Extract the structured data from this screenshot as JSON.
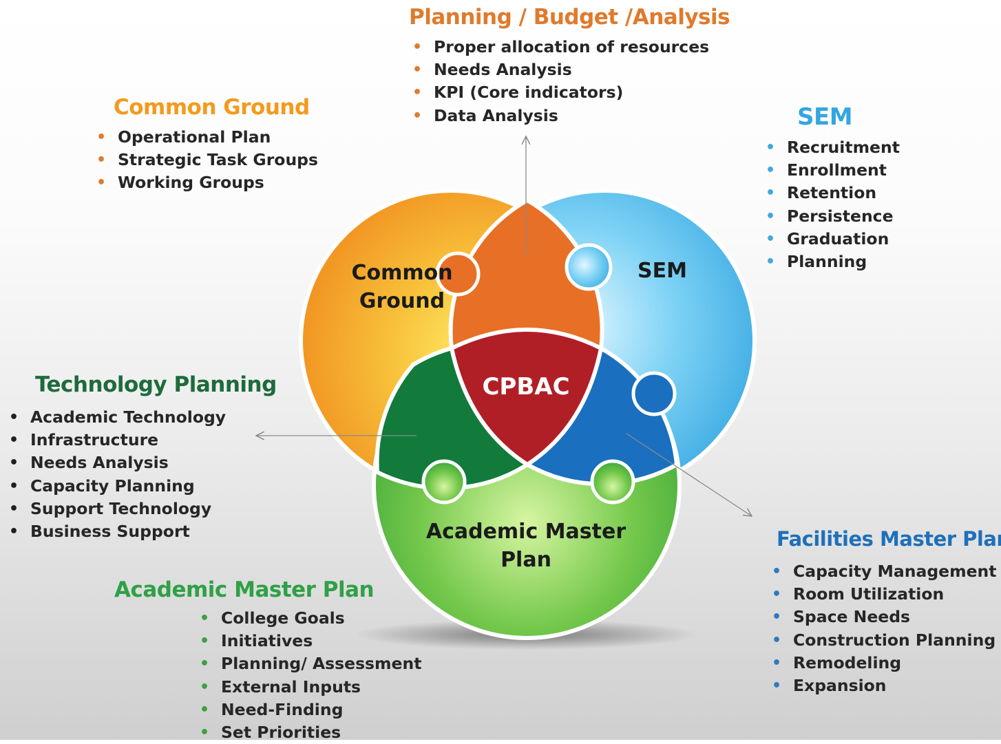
{
  "colors": {
    "orange_heading": "#e07a2c",
    "common_heading": "#f39a1e",
    "blue_heading": "#33a6e0",
    "dark_green_heading": "#1d6b3c",
    "green_heading": "#2fa046",
    "navy_heading": "#1e70b9",
    "center": "#b11f26"
  },
  "diagram": {
    "common_label_line1": "Common",
    "common_label_line2": "Ground",
    "sem_label": "SEM",
    "center_label": "CPBAC",
    "academic_label_line1": "Academic Master",
    "academic_label_line2": "Plan"
  },
  "planning": {
    "heading": "Planning / Budget /Analysis",
    "items": [
      "Proper allocation of resources",
      "Needs Analysis",
      "KPI (Core indicators)",
      "Data Analysis"
    ]
  },
  "common_ground": {
    "heading": "Common Ground",
    "items": [
      "Operational Plan",
      "Strategic Task Groups",
      "Working Groups"
    ]
  },
  "sem": {
    "heading": "SEM",
    "items": [
      "Recruitment",
      "Enrollment",
      "Retention",
      "Persistence",
      "Graduation",
      "Planning"
    ]
  },
  "technology": {
    "heading": "Technology Planning",
    "items": [
      "Academic Technology",
      "Infrastructure",
      "Needs Analysis",
      "Capacity Planning",
      "Support Technology",
      "Business Support"
    ]
  },
  "academic": {
    "heading": "Academic Master Plan",
    "items": [
      "College Goals",
      "Initiatives",
      "Planning/ Assessment",
      "External Inputs",
      "Need-Finding",
      "Set Priorities"
    ]
  },
  "facilities": {
    "heading": "Facilities Master Plan",
    "items": [
      "Capacity Management",
      "Room Utilization",
      "Space Needs",
      "Construction Planning",
      "Remodeling",
      "Expansion"
    ]
  },
  "bullet_char": "•"
}
